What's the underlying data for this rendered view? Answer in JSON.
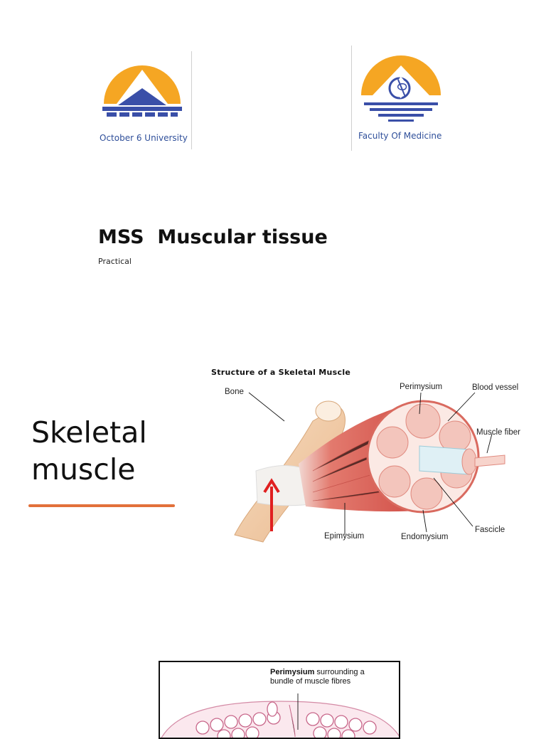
{
  "logos": {
    "university": {
      "caption": "October 6 University",
      "sun_color": "#f5a623",
      "building_color": "#3a4fa8"
    },
    "faculty": {
      "caption": "Faculty Of Medicine",
      "sun_color": "#f5a623",
      "emblem_color": "#3a4fa8"
    }
  },
  "header": {
    "title": "MSS  Muscular tissue",
    "subtitle": "Practical"
  },
  "section": {
    "heading_line1": "Skeletal",
    "heading_line2": "muscle",
    "accent_color": "#e2703a"
  },
  "diagram": {
    "title": "Structure of a Skeletal Muscle",
    "labels": {
      "bone": "Bone",
      "perimysium": "Perimysium",
      "blood_vessel": "Blood vessel",
      "muscle_fiber": "Muscle fiber",
      "fascicle": "Fascicle",
      "epimysium": "Epimysium",
      "endomysium": "Endomysium"
    },
    "muscle_color": "#d9504a",
    "arrow_color": "#e02020"
  },
  "histology": {
    "label_bold": "Perimysium",
    "label_rest": " surrounding a",
    "label_line2": "bundle of muscle fibres"
  }
}
